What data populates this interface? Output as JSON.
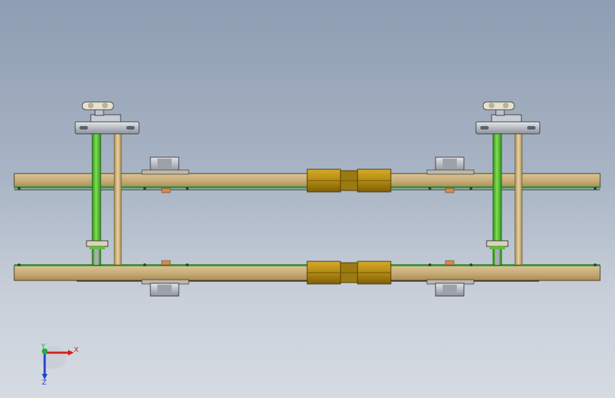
{
  "viewport": {
    "background_top": "#8e9db2",
    "background_bottom": "#d6dbe2"
  },
  "triad": {
    "x_label": "X",
    "y_label": "Y",
    "z_label": "Z",
    "x_color": "#d21f1f",
    "y_color": "#1fae3a",
    "z_color": "#1f3fd2"
  },
  "model": {
    "beam_color": "#c8ad78",
    "pcb_color": "#3f8f3f",
    "coupler_color": "#b38a12",
    "rod_color": "#57c23a",
    "post_color": "#d6bb83",
    "bracket_color": "#b9bcc4"
  }
}
